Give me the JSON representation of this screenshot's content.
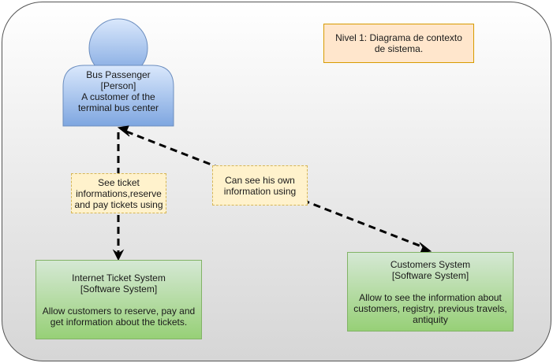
{
  "canvas": {
    "background_top": "#ffffff",
    "background_bottom": "#d6d6d6"
  },
  "title_note": {
    "text": "Nivel 1: Diagrama de contexto de sistema."
  },
  "person": {
    "name": "Bus Passenger",
    "type": "[Person]",
    "description_line1": "A customer of the",
    "description_line2": "terminal bus center",
    "color": "#7ea6e0"
  },
  "internet_system": {
    "name": "Internet Ticket System",
    "type": "[Software System]",
    "description_line1": "Allow customers to reserve, pay and",
    "description_line2": "get information about the tickets."
  },
  "customers_system": {
    "name": "Customers System",
    "type": "[Software System]",
    "description_line1": "Allow to see the information about",
    "description_line2": "customers, registry, previous travels,",
    "description_line3": "antiquity"
  },
  "relations": {
    "left_line1": "See ticket",
    "left_line2": "informations,reserve",
    "left_line3": "and pay tickets using",
    "right_line1": "Can see his own",
    "right_line2": "information using"
  }
}
